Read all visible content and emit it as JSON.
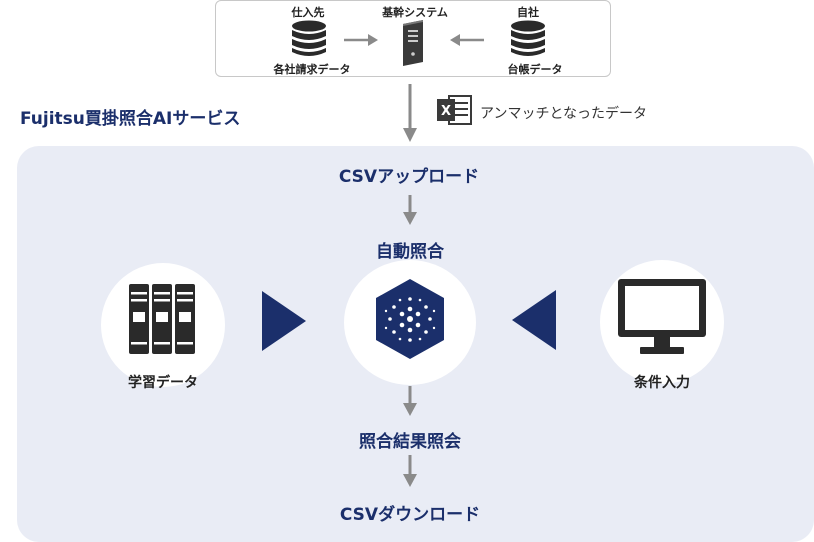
{
  "top": {
    "supplier_label": "仕入先",
    "core_system_label": "基幹システム",
    "own_company_label": "自社",
    "invoice_data_label": "各社請求データ",
    "ledger_data_label": "台帳データ"
  },
  "unmatched_label": "アンマッチとなったデータ",
  "service_title": "Fujitsu買掛照合AIサービス",
  "steps": {
    "upload": "CSVアップロード",
    "auto_match": "自動照合",
    "result": "照合結果照会",
    "download": "CSVダウンロード"
  },
  "circles": {
    "learning": "学習データ",
    "condition": "条件入力"
  },
  "colors": {
    "navy": "#1b2f6b",
    "panel": "#e9ecf5",
    "arrow": "#8a8a8a",
    "icon": "#2a2a2a"
  },
  "icons": [
    "database-icon",
    "server-icon",
    "excel-icon",
    "books-icon",
    "ai-hexagon-icon",
    "monitor-icon",
    "triangle-right-icon",
    "triangle-left-icon"
  ]
}
